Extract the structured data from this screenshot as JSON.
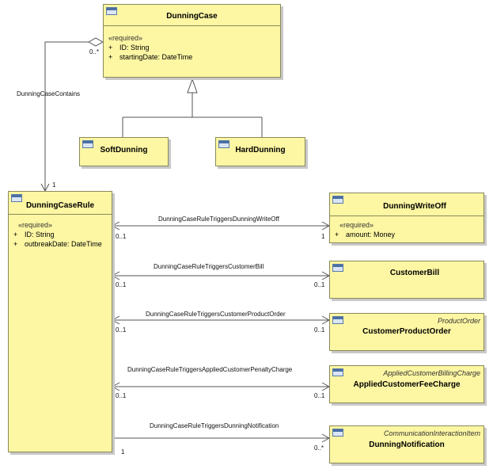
{
  "classes": {
    "dunning_case": {
      "name": "DunningCase",
      "stereotype": "«required»",
      "attributes": [
        {
          "vis": "+",
          "text": "ID: String"
        },
        {
          "vis": "+",
          "text": "startingDate: DateTime"
        }
      ]
    },
    "soft_dunning": {
      "name": "SoftDunning"
    },
    "hard_dunning": {
      "name": "HardDunning"
    },
    "dunning_case_rule": {
      "name": "DunningCaseRule",
      "stereotype": "«required»",
      "attributes": [
        {
          "vis": "+",
          "text": "ID: String"
        },
        {
          "vis": "+",
          "text": "outbreakDate: DateTime"
        }
      ]
    },
    "dunning_write_off": {
      "name": "DunningWriteOff",
      "stereotype": "«required»",
      "attributes": [
        {
          "vis": "+",
          "text": "amount: Money"
        }
      ]
    },
    "customer_bill": {
      "name": "CustomerBill"
    },
    "customer_product_order": {
      "name": "CustomerProductOrder",
      "parent": "ProductOrder"
    },
    "applied_customer_fee_charge": {
      "name": "AppliedCustomerFeeCharge",
      "parent": "AppliedCustomerBillingCharge"
    },
    "dunning_notification": {
      "name": "DunningNotification",
      "parent": "CommunicationInteractionItem"
    }
  },
  "associations": {
    "contains": {
      "label": "DunningCaseContains",
      "mult_source": "0..*",
      "mult_target": "1"
    },
    "write_off": {
      "label": "DunningCaseRuleTriggersDunningWriteOff",
      "mult_source": "0..1",
      "mult_target": "1"
    },
    "customer_bill": {
      "label": "DunningCaseRuleTriggersCustomerBill",
      "mult_source": "0..1",
      "mult_target": "0..1"
    },
    "product_order": {
      "label": "DunningCaseRuleTriggersCustomerProductOrder",
      "mult_source": "0..1",
      "mult_target": "0..1"
    },
    "penalty_charge": {
      "label": "DunningCaseRuleTriggersAppliedCustomerPenaltyCharge",
      "mult_source": "0..1",
      "mult_target": "0..1"
    },
    "notification": {
      "label": "DunningCaseRuleTriggersDunningNotification",
      "mult_source": "1",
      "mult_target": "0..*"
    }
  }
}
